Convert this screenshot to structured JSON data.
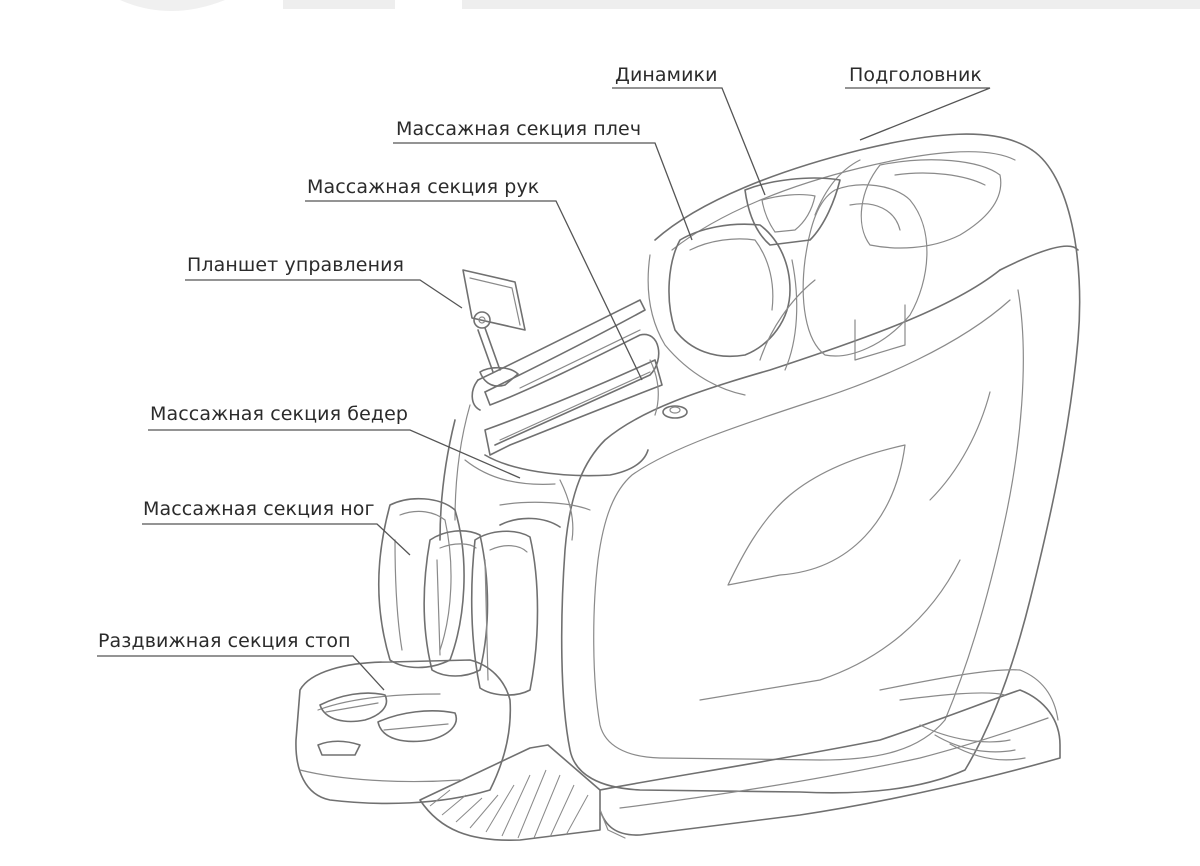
{
  "labels": {
    "speakers": "Динамики",
    "headrest": "Подголовник",
    "shoulders": "Массажная секция плеч",
    "arms": "Массажная секция рук",
    "tablet": "Планшет управления",
    "thighs": "Массажная секция бедер",
    "legs": "Массажная секция ног",
    "feet": "Раздвижная секция стоп"
  },
  "colors": {
    "line": "#707070",
    "text": "#2b2b2b",
    "watermark": "#ececec"
  }
}
